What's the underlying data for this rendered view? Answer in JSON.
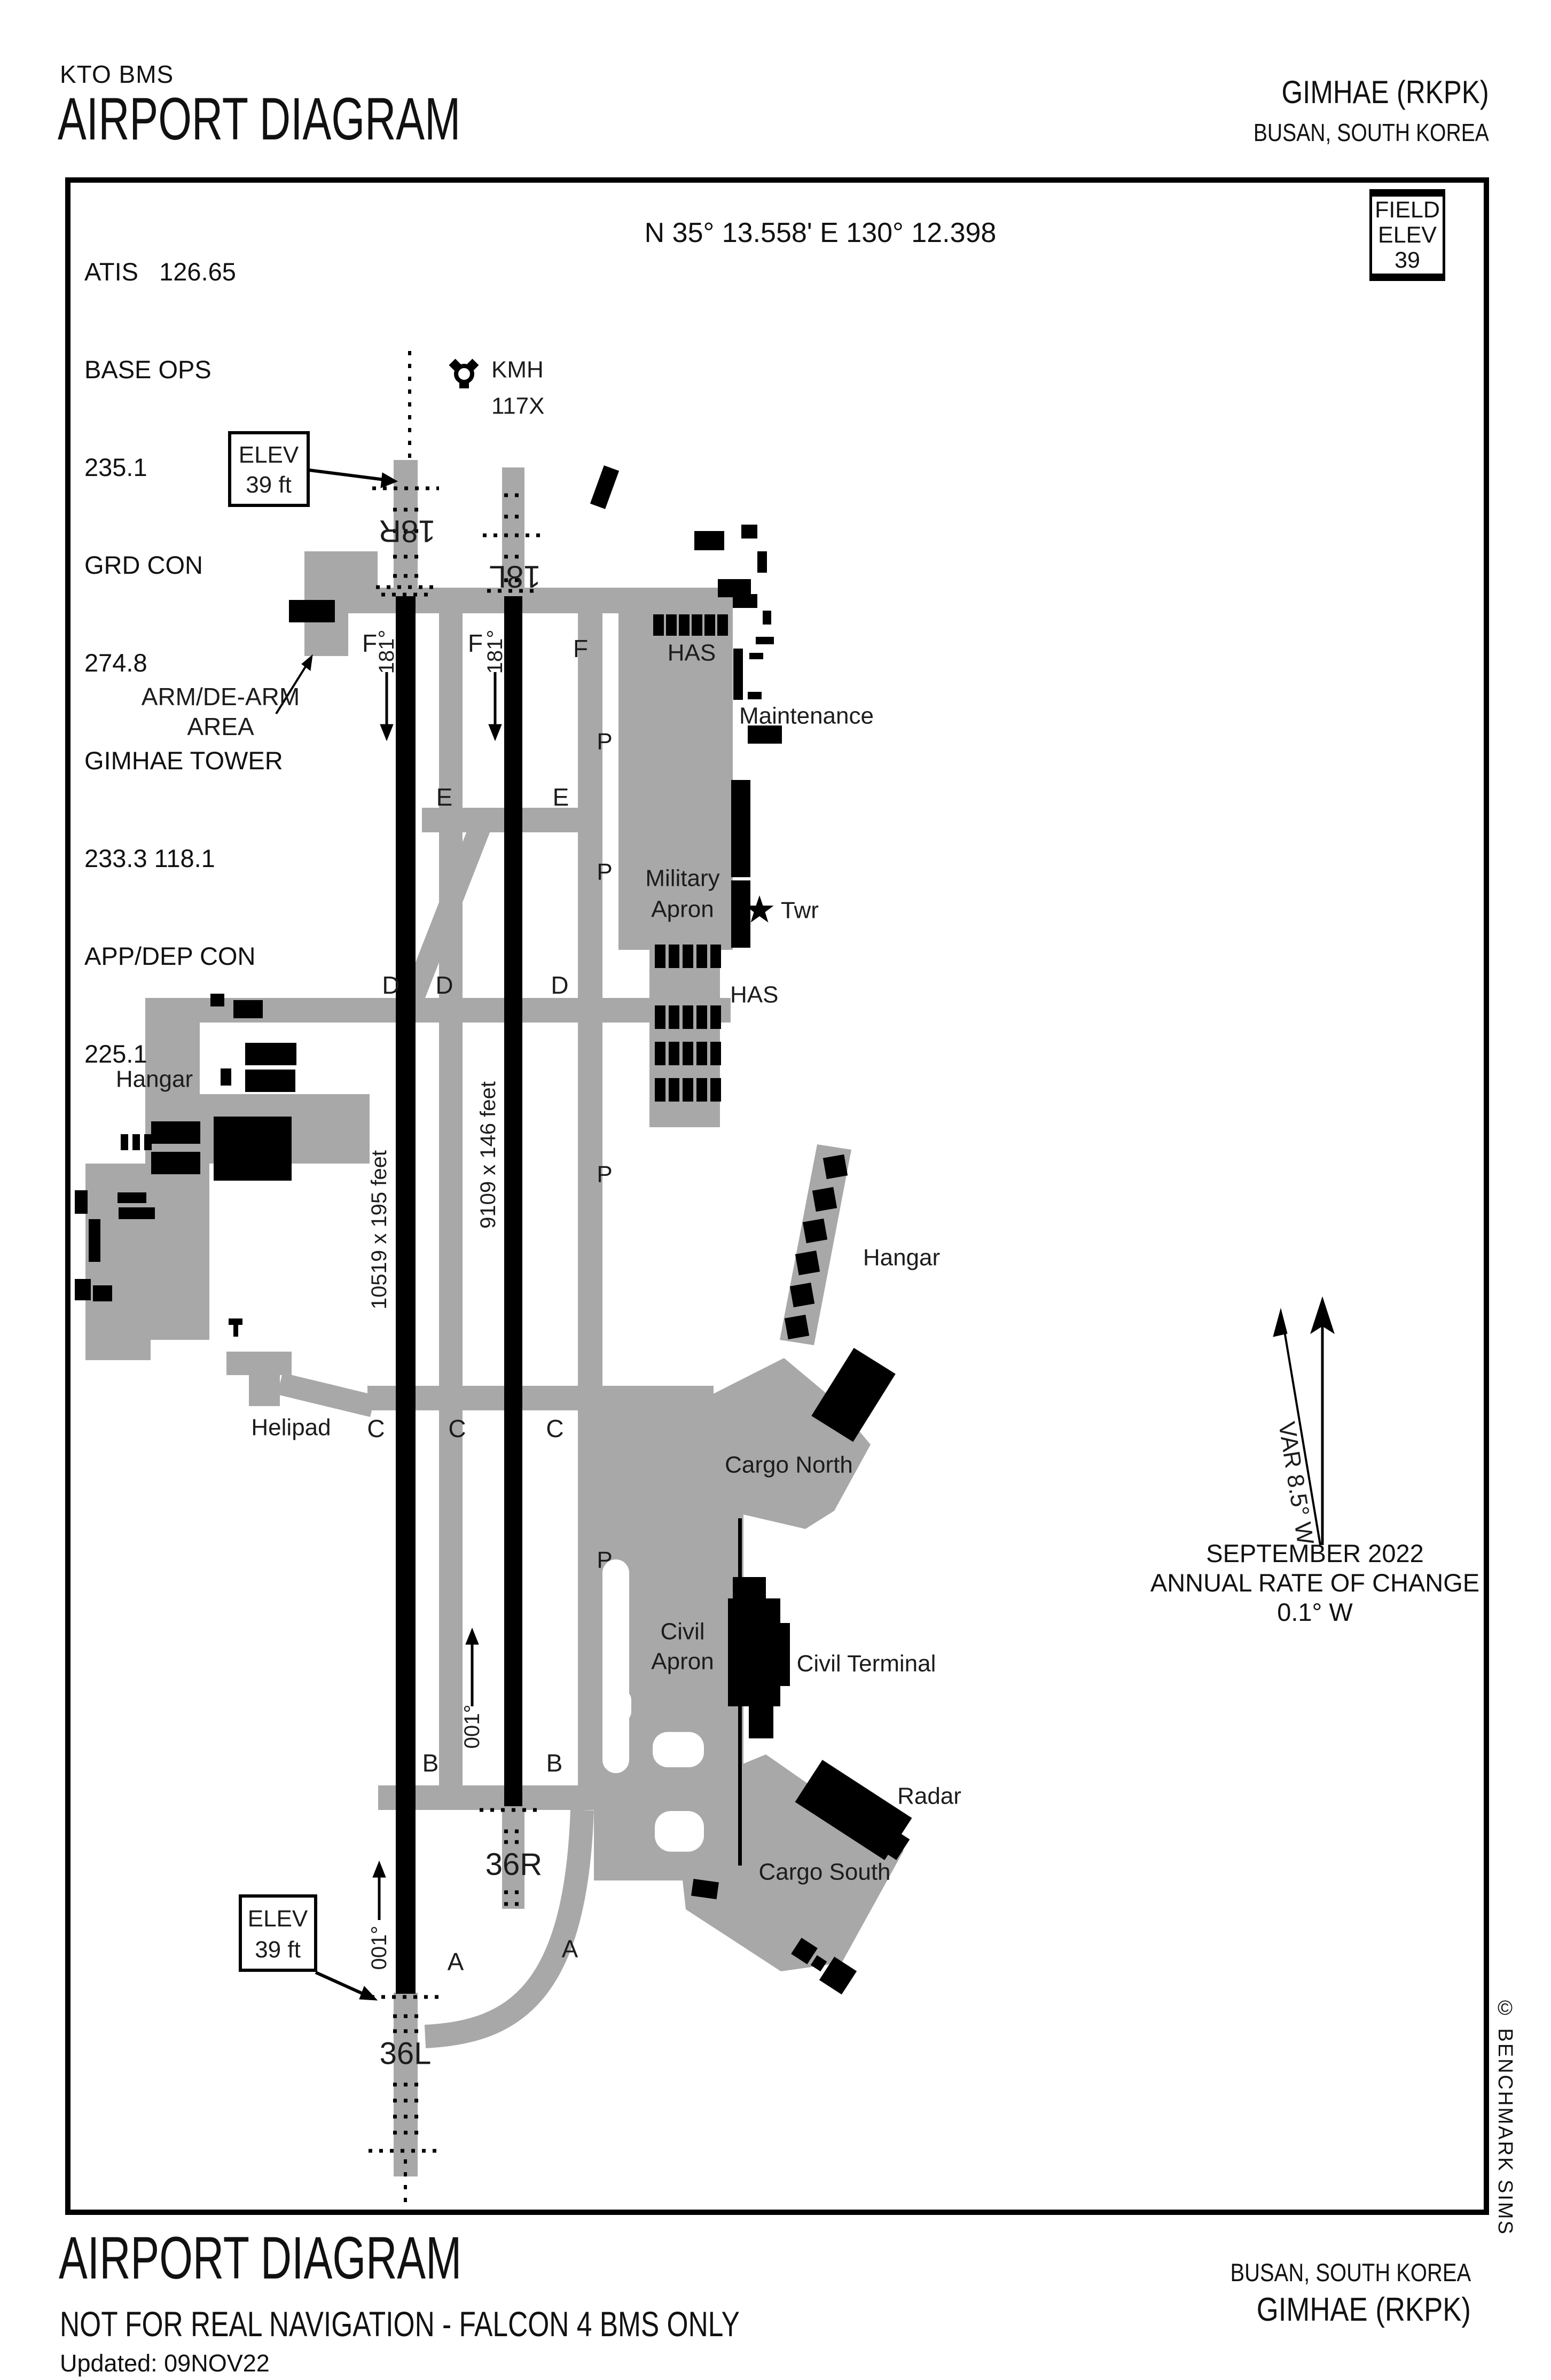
{
  "header": {
    "program": "KTO BMS",
    "title": "AIRPORT DIAGRAM",
    "airport": "GIMHAE (RKPK)",
    "city": "BUSAN, SOUTH KOREA"
  },
  "info_box": {
    "coordinates": "N 35° 13.558' E 130° 12.398",
    "comms": [
      "ATIS   126.65",
      "BASE OPS",
      "235.1",
      "GRD CON",
      "274.8",
      "GIMHAE TOWER",
      "233.3 118.1",
      "APP/DEP CON",
      "225.1"
    ],
    "field_elev": {
      "label1": "FIELD",
      "label2": "ELEV",
      "value": "39"
    }
  },
  "navaid": {
    "id": "KMH",
    "channel": "117X"
  },
  "elevation_callout": {
    "label": "ELEV",
    "value": "39 ft"
  },
  "runways": {
    "west": {
      "north_id": "18R",
      "south_id": "36L",
      "dimensions": "10519 x 195 feet"
    },
    "east": {
      "north_id": "18L",
      "south_id": "36R",
      "dimensions": "9109 x 146 feet"
    },
    "heading_south": "181°",
    "heading_north": "001°"
  },
  "taxiways": {
    "a": "A",
    "b": "B",
    "c": "C",
    "d": "D",
    "e": "E",
    "f": "F",
    "p": "P"
  },
  "facilities": {
    "arm_area_1": "ARM/DE-ARM",
    "arm_area_2": "AREA",
    "maintenance": "Maintenance",
    "has": "HAS",
    "military_1": "Military",
    "military_2": "Apron",
    "tower": "Twr",
    "hangar": "Hangar",
    "helipad": "Helipad",
    "cargo_north": "Cargo North",
    "civil_1": "Civil",
    "civil_2": "Apron",
    "civil_terminal": "Civil Terminal",
    "radar": "Radar",
    "cargo_south": "Cargo South"
  },
  "variation": {
    "var": "VAR 8.5° W",
    "date": "SEPTEMBER 2022",
    "rate_label": "ANNUAL RATE OF CHANGE",
    "rate_value": "0.1° W"
  },
  "footer": {
    "title": "AIRPORT DIAGRAM",
    "disclaimer": "NOT FOR REAL NAVIGATION - FALCON 4 BMS ONLY",
    "updated": "Updated: 09NOV22",
    "city": "BUSAN, SOUTH KOREA",
    "airport": "GIMHAE (RKPK)"
  },
  "credit": "© BENCHMARK SIMS"
}
